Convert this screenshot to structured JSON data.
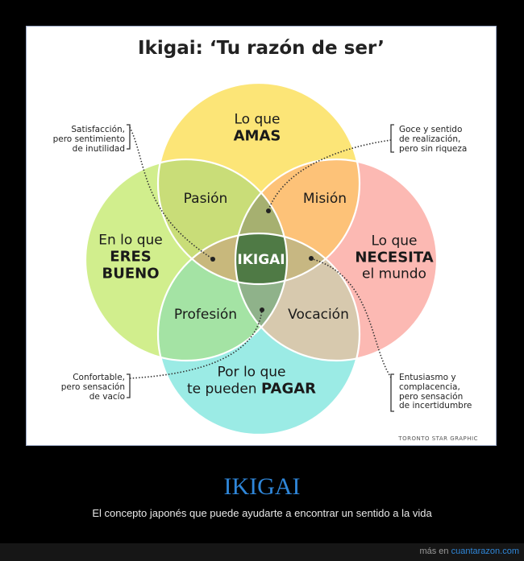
{
  "poster": {
    "title": "Ikigai: ‘Tu razón de ser’",
    "circles": {
      "top": {
        "l1": "Lo que",
        "l2": "AMAS",
        "color": "#fce36b"
      },
      "left": {
        "l1": "En lo que",
        "l2": "ERES",
        "l3": "BUENO",
        "color": "#c5ea70"
      },
      "right": {
        "l1": "Lo que",
        "l2": "NECESITA",
        "l3": "el mundo",
        "color": "#fb9e95"
      },
      "bottom": {
        "l1": "Por lo que",
        "l2_prefix": "te pueden ",
        "l2_strong": "PAGAR",
        "color": "#7fe6de"
      }
    },
    "overlaps": {
      "top_left": "Pasión",
      "top_right": "Misión",
      "bottom_left": "Profesión",
      "bottom_right": "Vocación",
      "center": "IKIGAI"
    },
    "notes": {
      "top_left": [
        "Satisfacción,",
        "pero sentimiento",
        "de inutilidad"
      ],
      "top_right": [
        "Goce y sentido",
        "de realización,",
        "pero sin riqueza"
      ],
      "bottom_left": [
        "Confortable,",
        "pero sensación",
        "de vacío"
      ],
      "bottom_right": [
        "Entusiasmo y",
        "complacencia,",
        "pero sensación",
        "de incertidumbre"
      ]
    },
    "credit": "TORONTO STAR GRAPHIC"
  },
  "caption": {
    "title": "IKIGAI",
    "text": "El concepto japonés que puede ayudarte a encontrar un sentido a la vida"
  },
  "footer": {
    "prefix": "más en ",
    "site": "cuantarazon.com"
  }
}
